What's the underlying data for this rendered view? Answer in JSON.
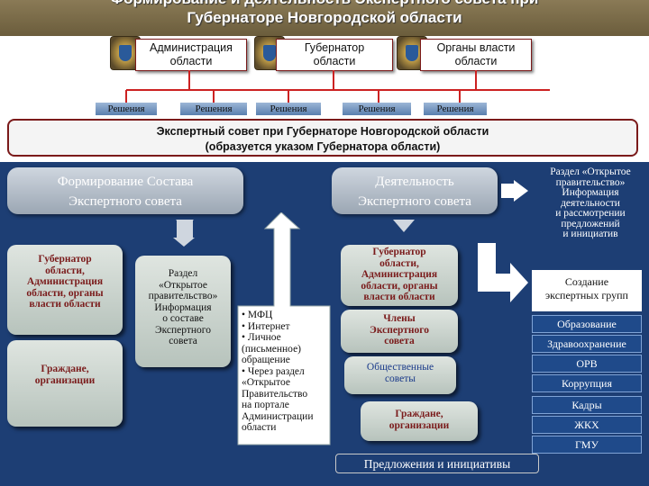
{
  "header": {
    "title_line1": "Формирование и деятельность Экспертного совета при",
    "title_line2": "Губернаторе Новгородской области"
  },
  "top_boxes": [
    {
      "label": "Администрация\nобласти"
    },
    {
      "label": "Губернатор\nобласти"
    },
    {
      "label": "Органы власти\nобласти"
    }
  ],
  "decisions": [
    "Решения",
    "Решения",
    "Решения",
    "Решения",
    "Решения"
  ],
  "expert_council": {
    "line1": "Экспертный совет при Губернаторе Новгородской области",
    "line2": "(образуется указом Губернатора области)"
  },
  "left_panel": {
    "title": "Формирование Состава\nЭкспертного совета"
  },
  "right_panel": {
    "title": "Деятельность\nЭкспертного совета"
  },
  "left_tiles": {
    "gov": "Губернатор\nобласти,\nАдминистрация\nобласти, органы\nвласти области",
    "citizens": "Граждане,\nорганизации",
    "razdel": "Раздел\n«Открытое\nправительство»\nИнформация\nо составе\nЭкспертного\nсовета"
  },
  "mfc_text": "• МФЦ\n• Интернет\n• Личное\n(письменное)\nобращение\n• Через раздел\n«Открытое\nПравительство\nна портале\nАдминистрации\nобласти",
  "right_tiles": {
    "gov": "Губернатор\nобласти,\nАдминистрация\nобласти, органы\nвласти области",
    "members": "Члены\nЭкспертного\nсовета",
    "public": "Общественные\nсоветы",
    "citizens": "Граждане,\nорганизации"
  },
  "proposals": "Предложения и инициативы",
  "right_column": {
    "top": "Раздел «Открытое\nправительство»\nИнформация\nдеятельности\nи рассмотрении\nпредложений\nи инициатив",
    "create": "Создание\nэкспертных групп",
    "items": [
      "Образование",
      "Здравоохранение",
      "ОРВ",
      "Коррупция",
      "Кадры",
      "ЖКХ",
      "ГМУ"
    ]
  }
}
